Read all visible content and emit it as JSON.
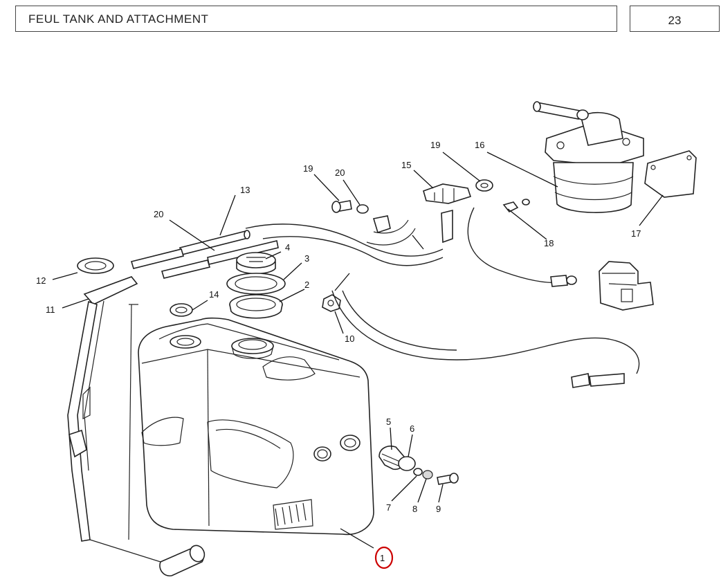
{
  "header": {
    "title": "FEUL TANK AND ATTACHMENT",
    "page_number": "23"
  },
  "callouts": {
    "c1": "1",
    "c2": "2",
    "c3": "3",
    "c4": "4",
    "c5": "5",
    "c6": "6",
    "c7": "7",
    "c8": "8",
    "c9": "9",
    "c10": "10",
    "c11": "11",
    "c12": "12",
    "c13": "13",
    "c14": "14",
    "c16": "16",
    "c17": "17",
    "c18": "18",
    "c19a": "19",
    "c19b": "19",
    "c20a": "20",
    "c20b": "20",
    "c15": "15"
  },
  "highlight": {
    "callout": "1",
    "color": "#cc0000"
  }
}
